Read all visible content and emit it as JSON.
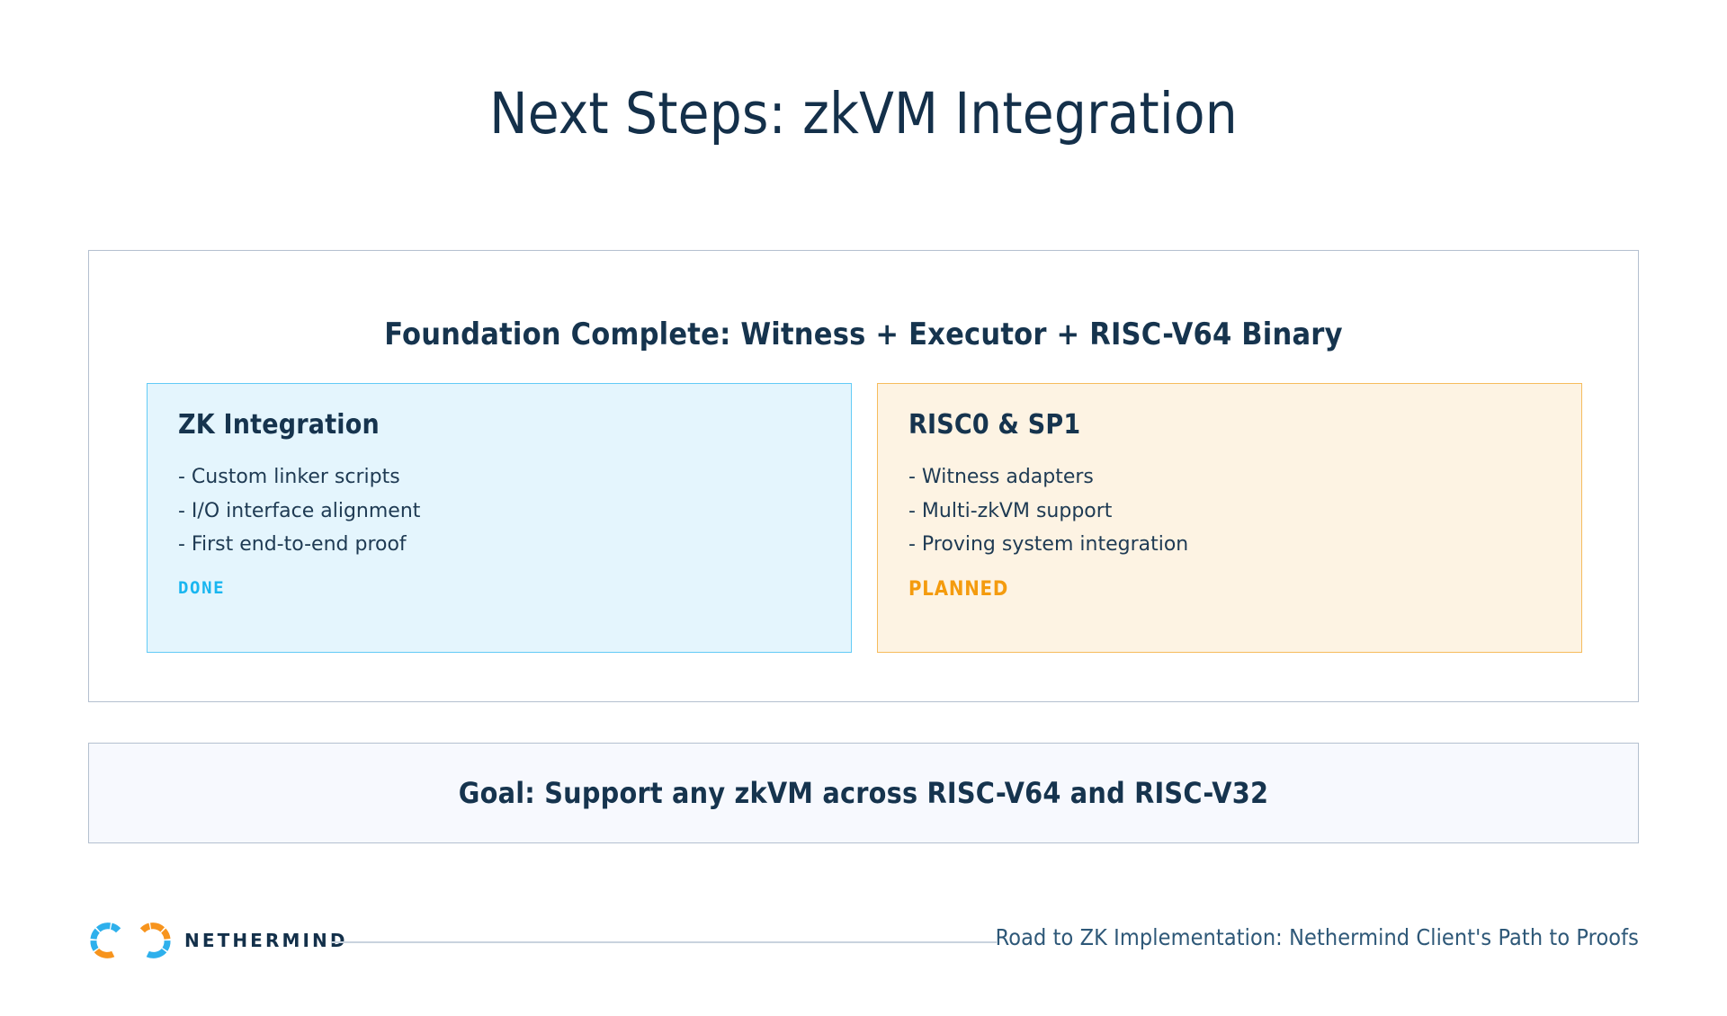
{
  "slide": {
    "title": "Next Steps: zkVM Integration",
    "background": "#ffffff",
    "title_color": "#14304a"
  },
  "foundation": {
    "heading": "Foundation Complete: Witness + Executor + RISC-V64 Binary",
    "border_color": "#b4c0cf",
    "cards": [
      {
        "id": "zk-integration",
        "title": "ZK Integration",
        "items": [
          "- Custom linker scripts",
          "- I/O interface alignment",
          "- First end-to-end proof"
        ],
        "status": "DONE",
        "status_color": "#19b6f0",
        "fill": "#e4f5fd",
        "border_color": "#63cbf6"
      },
      {
        "id": "risc0-sp1",
        "title": "RISC0 & SP1",
        "items": [
          "- Witness adapters",
          "- Multi-zkVM support",
          "- Proving system integration"
        ],
        "status": "PLANNED",
        "status_color": "#f49b0e",
        "fill": "#fdf3e3",
        "border_color": "#f6bc5d"
      }
    ]
  },
  "goal": {
    "text": "Goal: Support any zkVM across RISC-V64 and RISC-V32",
    "fill": "#f7f9fe",
    "border_color": "#b4c0cf"
  },
  "footer": {
    "logo_icon": "nethermind-logo-icon",
    "logo_wordmark": "NETHERMIND",
    "logo_blue": "#2eb0ec",
    "logo_orange": "#f7941d",
    "caption": "Road to ZK Implementation: Nethermind Client's Path to Proofs",
    "caption_color": "#2e5878",
    "rule_color": "#c9d3de"
  }
}
